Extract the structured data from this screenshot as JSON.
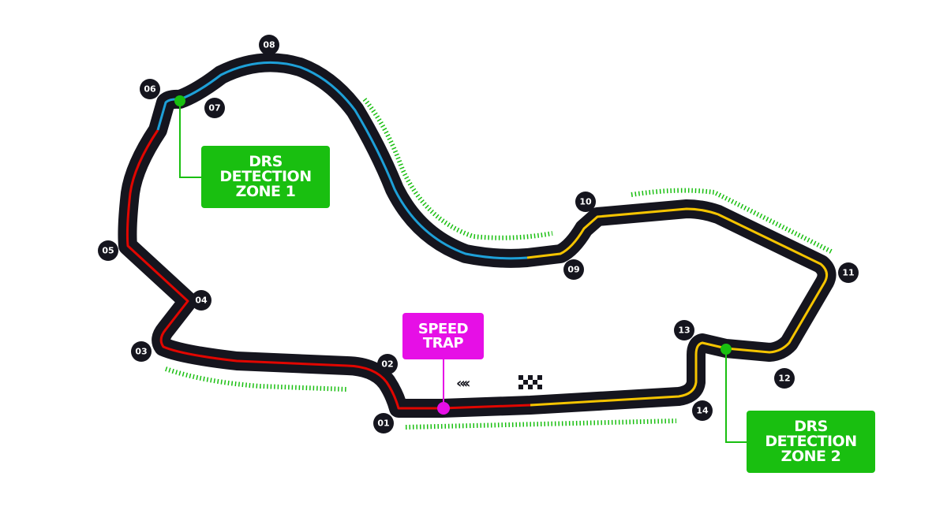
{
  "turns": [
    "01",
    "02",
    "03",
    "04",
    "05",
    "06",
    "07",
    "08",
    "09",
    "10",
    "11",
    "12",
    "13",
    "14"
  ],
  "callouts": {
    "drs1": [
      "DRS",
      "DETECTION",
      "ZONE 1"
    ],
    "drs2": [
      "DRS",
      "DETECTION",
      "ZONE 2"
    ],
    "speed_trap": [
      "SPEED",
      "TRAP"
    ]
  },
  "symbols": {
    "direction": "«‹‹",
    "start_finish": "checkered-flag"
  },
  "colors": {
    "track": "#15151e",
    "sector1": "#e10600",
    "sector2": "#1ea0d8",
    "sector3": "#f5c400",
    "drs": "#19bf10",
    "speed_trap": "#e60fe6"
  }
}
